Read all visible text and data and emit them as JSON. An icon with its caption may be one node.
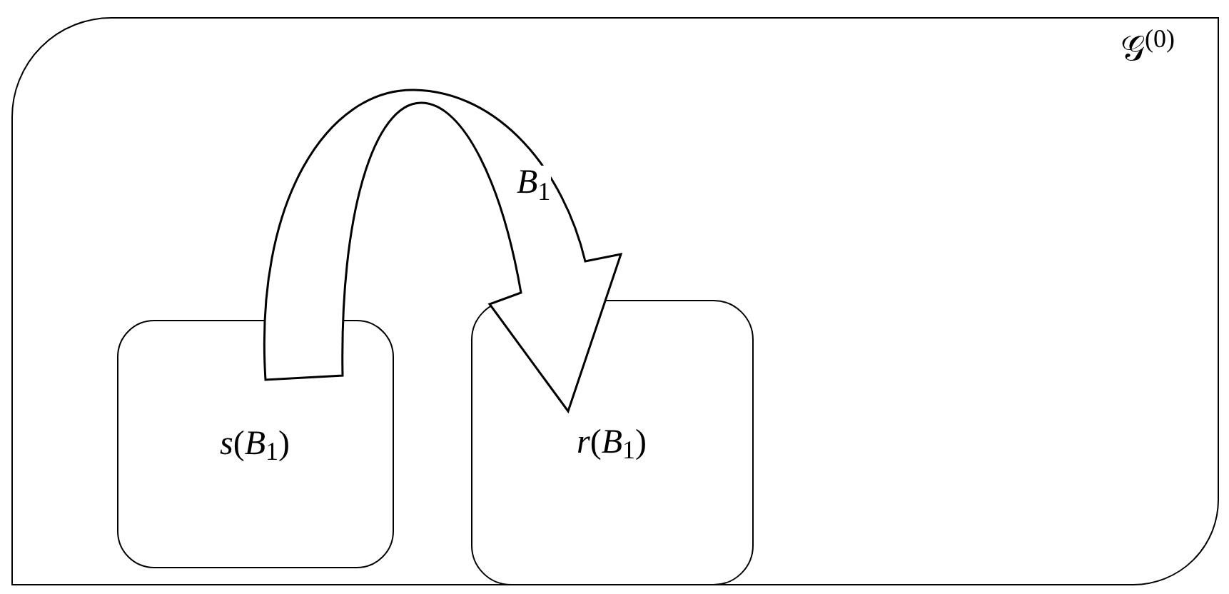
{
  "diagram": {
    "nodes": [
      {
        "text": [
          "𝒢$^{(0)}$"
        ]
      },
      {
        "text": [
          "*s*(*B*$_{1}$)"
        ],
        "in": 0
      },
      {
        "text": [
          "*r*(*B*$_{1}$)"
        ],
        "in": 0
      }
    ],
    "edges": [
      {
        "from": 1,
        "to": 2,
        "arrow": "to",
        "label": "*B*$_{1}$",
        "style": "thick"
      }
    ]
  }
}
